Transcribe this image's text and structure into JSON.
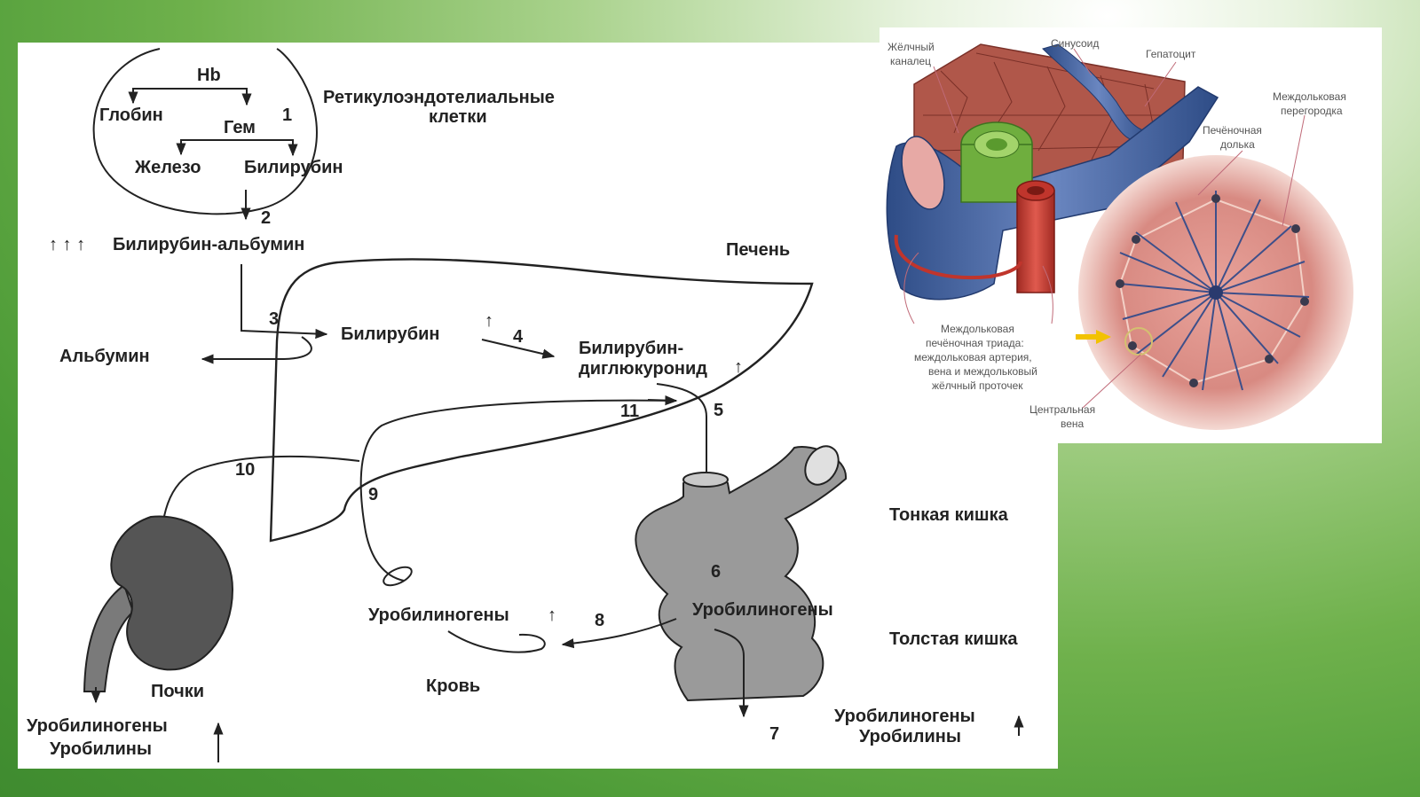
{
  "diagram": {
    "hb": "Hb",
    "globin": "Глобин",
    "heme": "Гем",
    "iron": "Железо",
    "bilirubin_rec": "Билирубин",
    "rec_title_1": "Ретикулоэндотелиальные",
    "rec_title_2": "клетки",
    "bil_alb": "Билирубин-альбумин",
    "arrows_up3": "↑ ↑ ↑",
    "liver": "Печень",
    "albumin": "Альбумин",
    "bilirubin_liver": "Билирубин",
    "bdg_1": "Билирубин-",
    "bdg_2": "диглюкуронид",
    "up": "↑",
    "small_intestine": "Тонкая кишка",
    "large_intestine": "Толстая кишка",
    "urobilinogens_gut": "Уробилиногены",
    "urobilinogens_blood": "Уробилиногены",
    "blood": "Кровь",
    "kidneys": "Почки",
    "urine_1": "Уробилиногены",
    "urine_2": "Уробилины",
    "feces_1": "Уробилиногены",
    "feces_2": "Уробилины",
    "n1": "1",
    "n2": "2",
    "n3": "3",
    "n4": "4",
    "n5": "5",
    "n6": "6",
    "n7": "7",
    "n8": "8",
    "n9": "9",
    "n10": "10",
    "n11": "11"
  },
  "inset": {
    "bile_canaliculus_1": "Жёлчный",
    "bile_canaliculus_2": "каналец",
    "sinusoid": "Синусоид",
    "hepatocyte": "Гепатоцит",
    "septum_1": "Междольковая",
    "septum_2": "перегородка",
    "lobule_1": "Печёночная",
    "lobule_2": "долька",
    "triad_1": "Междольковая",
    "triad_2": "печёночная триада:",
    "triad_3": "междольковая артерия,",
    "triad_4": "вена и междольковый",
    "triad_5": "жёлчный проточек",
    "central_vein_1": "Центральная",
    "central_vein_2": "вена"
  },
  "colors": {
    "background_green": "#4b9a36",
    "organ_gray": "#9a9a9a",
    "kidney_gray": "#555555",
    "lobule_pink": "#d98a84",
    "vein_blue": "#3d5a94",
    "artery_red": "#c0352c",
    "duct_green": "#6fae3e",
    "pointer_yellow": "#f2c200"
  }
}
